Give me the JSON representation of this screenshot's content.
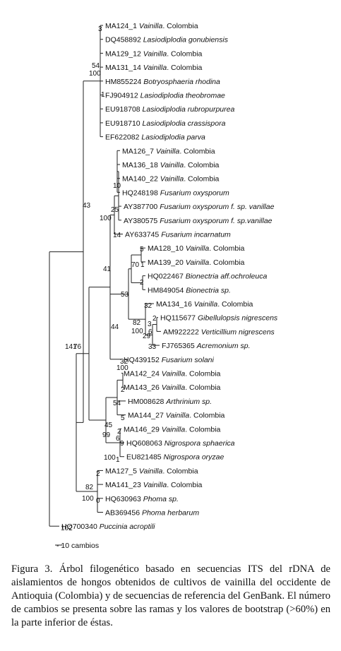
{
  "tree": {
    "scale_label": "- 10 cambios",
    "taxa": [
      {
        "acc": "MA124_1",
        "sp": "Vainilla",
        "rest": ". Colombia"
      },
      {
        "acc": "DQ458892",
        "sp": "Lasiodiplodia gonubiensis",
        "rest": ""
      },
      {
        "acc": "MA129_12",
        "sp": "Vainilla",
        "rest": ". Colombia"
      },
      {
        "acc": "MA131_14",
        "sp": "Vainilla",
        "rest": ". Colombia"
      },
      {
        "acc": "HM855224",
        "sp": "Botryosphaeria rhodina",
        "rest": ""
      },
      {
        "acc": "FJ904912",
        "sp": "Lasiodiplodia theobromae",
        "rest": ""
      },
      {
        "acc": "EU918708",
        "sp": "Lasiodiplodia rubropurpurea",
        "rest": ""
      },
      {
        "acc": "EU918710",
        "sp": "Lasiodiplodia crassispora",
        "rest": ""
      },
      {
        "acc": "EF622082",
        "sp": "Lasiodiplodia parva",
        "rest": ""
      },
      {
        "acc": "MA126_7",
        "sp": "Vainilla",
        "rest": ". Colombia"
      },
      {
        "acc": "MA136_18",
        "sp": "Vainilla",
        "rest": ". Colombia"
      },
      {
        "acc": "MA140_22",
        "sp": "Vainilla",
        "rest": ". Colombia"
      },
      {
        "acc": "HQ248198",
        "sp": "Fusarium oxysporum",
        "rest": ""
      },
      {
        "acc": "AY387700",
        "sp": "Fusarium oxysporum f. sp. vanillae",
        "rest": ""
      },
      {
        "acc": "AY380575",
        "sp": "Fusarium oxysporum f. sp.vanillae",
        "rest": ""
      },
      {
        "acc": "AY633745",
        "sp": "Fusarium incarnatum",
        "rest": ""
      },
      {
        "acc": "MA128_10",
        "sp": "Vainilla",
        "rest": ". Colombia"
      },
      {
        "acc": "MA139_20",
        "sp": "Vainilla",
        "rest": ". Colombia"
      },
      {
        "acc": "HQ022467",
        "sp": "Bionectria aff.ochroleuca",
        "rest": ""
      },
      {
        "acc": "HM849054",
        "sp": "Bionectria sp.",
        "rest": ""
      },
      {
        "acc": "MA134_16",
        "sp": "Vainilla",
        "rest": ". Colombia"
      },
      {
        "acc": "HQ115677",
        "sp": "Gibellulopsis nigrescens",
        "rest": ""
      },
      {
        "acc": "AM922222",
        "sp": "Verticillium nigrescens",
        "rest": ""
      },
      {
        "acc": "FJ765365",
        "sp": "Acremonium sp.",
        "rest": ""
      },
      {
        "acc": "HQ439152",
        "sp": "Fusarium solani",
        "rest": ""
      },
      {
        "acc": "MA142_24",
        "sp": "Vainilla",
        "rest": ". Colombia"
      },
      {
        "acc": "MA143_26",
        "sp": "Vainilla",
        "rest": ". Colombia"
      },
      {
        "acc": "HM008628",
        "sp": "Arthrinium sp.",
        "rest": ""
      },
      {
        "acc": "MA144_27",
        "sp": "Vainilla",
        "rest": ". Colombia"
      },
      {
        "acc": "MA146_29",
        "sp": "Vainilla",
        "rest": ". Colombia"
      },
      {
        "acc": "HQ608063",
        "sp": "Nigrospora sphaerica",
        "rest": ""
      },
      {
        "acc": "EU821485",
        "sp": "Nigrospora oryzae",
        "rest": ""
      },
      {
        "acc": "MA127_5",
        "sp": "Vainilla",
        "rest": ". Colombia"
      },
      {
        "acc": "MA141_23",
        "sp": "Vainilla",
        "rest": ". Colombia"
      },
      {
        "acc": "HQ630963",
        "sp": "Phoma sp.",
        "rest": ""
      },
      {
        "acc": "AB369456",
        "sp": "Phoma herbarum",
        "rest": ""
      },
      {
        "acc": "HQ700340",
        "sp": "Puccinia acroptili",
        "rest": ""
      }
    ],
    "branch_labels": [
      "3",
      "54",
      "100",
      "1",
      "10",
      "25",
      "100",
      "14",
      "5",
      "70",
      "1",
      "2",
      "41",
      "53",
      "32",
      "82",
      "3",
      "2",
      "100",
      "29",
      "6",
      "33",
      "44",
      "32",
      "100",
      "76",
      "2",
      "54",
      "5",
      "45",
      "99",
      "2",
      "6",
      "9",
      "100",
      "1",
      "43",
      "141",
      "2",
      "82",
      "100",
      "0",
      "102"
    ]
  },
  "caption": {
    "text": "Figura 3. Árbol filogenético basado en secuencias ITS del rDNA de aislamientos de hongos obtenidos de cultivos de vainilla del occidente de Antioquia (Colombia) y de secuencias de referencia del GenBank. El número de cambios se presenta sobre las ramas y los valores de bootstrap (>60%) en la parte inferior de éstas."
  }
}
